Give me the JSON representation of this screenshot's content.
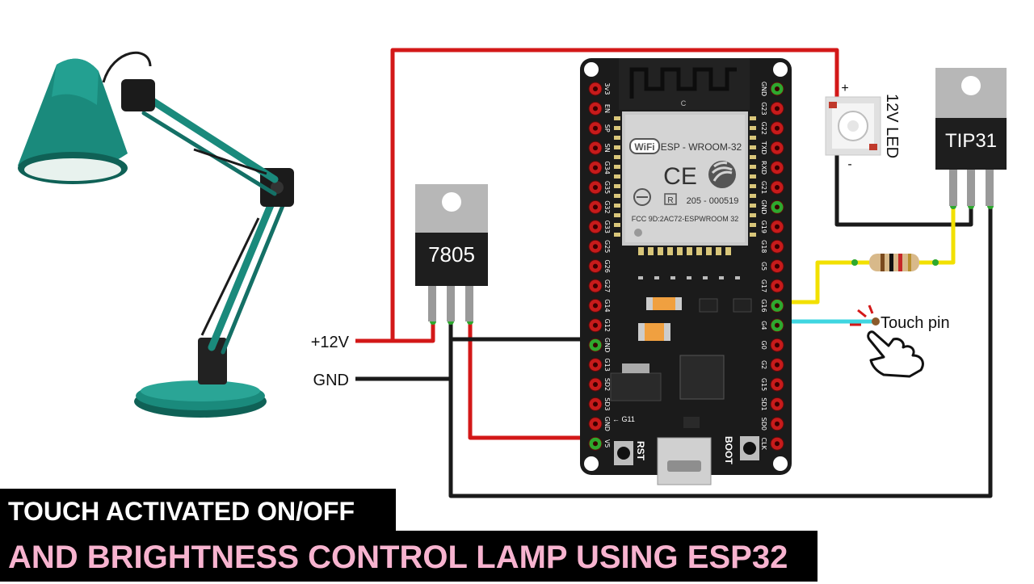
{
  "title_line1": "TOUCH ACTIVATED ON/OFF",
  "title_line2": "AND BRIGHTNESS CONTROL LAMP USING ESP32",
  "regulator_label": "7805",
  "transistor_label": "TIP31",
  "led_label": "12V LED",
  "led_plus": "+",
  "led_minus": "-",
  "supply_label": "+12V",
  "ground_label": "GND",
  "touch_label": "Touch pin",
  "esp32": {
    "module_name": "ESP - WROOM-32",
    "wifi_badge": "WiFi",
    "ce_mark": "CE",
    "registration": "205 - 000519",
    "fcc_id": "FCC 9D:2AC72-ESPWROOM 32",
    "r_mark": "R",
    "antenna_mark": "C",
    "rst_label": "RST",
    "boot_label": "BOOT",
    "g11_note": "← G11",
    "left_pins": [
      "3v3",
      "EN",
      "SP",
      "SN",
      "G34",
      "G35",
      "G32",
      "G33",
      "G25",
      "G26",
      "G27",
      "G14",
      "G12",
      "GND",
      "G13",
      "SD2",
      "SD3",
      "GND",
      "V5"
    ],
    "right_pins": [
      "GND",
      "G23",
      "G22",
      "TXD",
      "RXD",
      "G21",
      "GND",
      "G19",
      "G18",
      "G5",
      "G17",
      "G16",
      "G4",
      "G0",
      "G2",
      "G15",
      "SD1",
      "SD0",
      "CLK"
    ]
  },
  "colors": {
    "wire_power": "#d31818",
    "wire_ground": "#1a1a1a",
    "wire_signal": "#f2e000",
    "wire_touch": "#3fd6e0",
    "board": "#1b1b1b",
    "pin_pad": "#c71b1b",
    "pin_active": "#2ea82e",
    "lamp": "#1a8a7c",
    "title_pink": "#f7b3cf"
  }
}
